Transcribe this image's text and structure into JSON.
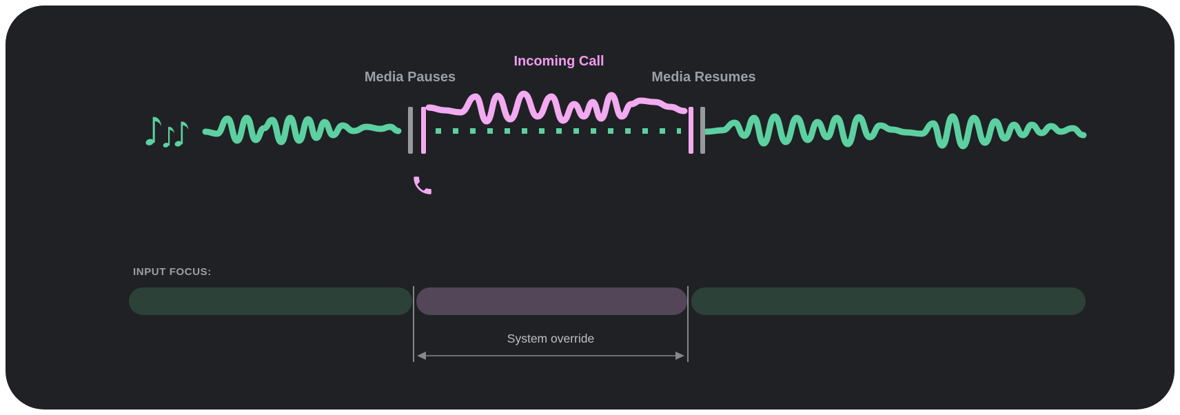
{
  "colors": {
    "page_bg": "#ffffff",
    "card_bg": "#202124",
    "media_green": "#5dd0a2",
    "media_green_dim": "#2c4138",
    "call_pink": "#f2aaf0",
    "call_pink_label": "#f09bef",
    "call_purple_dim": "#534658",
    "marker_gray": "#97999c",
    "label_gray": "#9aa0a6",
    "annotation_gray": "#bdc1c6",
    "arrow_gray": "#85898d"
  },
  "timeline": {
    "media_pauses": "Media Pauses",
    "incoming_call": "Incoming Call",
    "media_resumes": "Media Resumes",
    "media_icon": "music-notes-icon",
    "call_icon": "phone-icon"
  },
  "input_focus": {
    "heading": "INPUT FOCUS:",
    "override": "System override",
    "segments": [
      {
        "name": "media-before-call",
        "icon": "music-notes-icon"
      },
      {
        "name": "incoming-call",
        "icon": "phone-icon"
      },
      {
        "name": "media-after-call",
        "icon": "music-notes-icon"
      }
    ]
  }
}
